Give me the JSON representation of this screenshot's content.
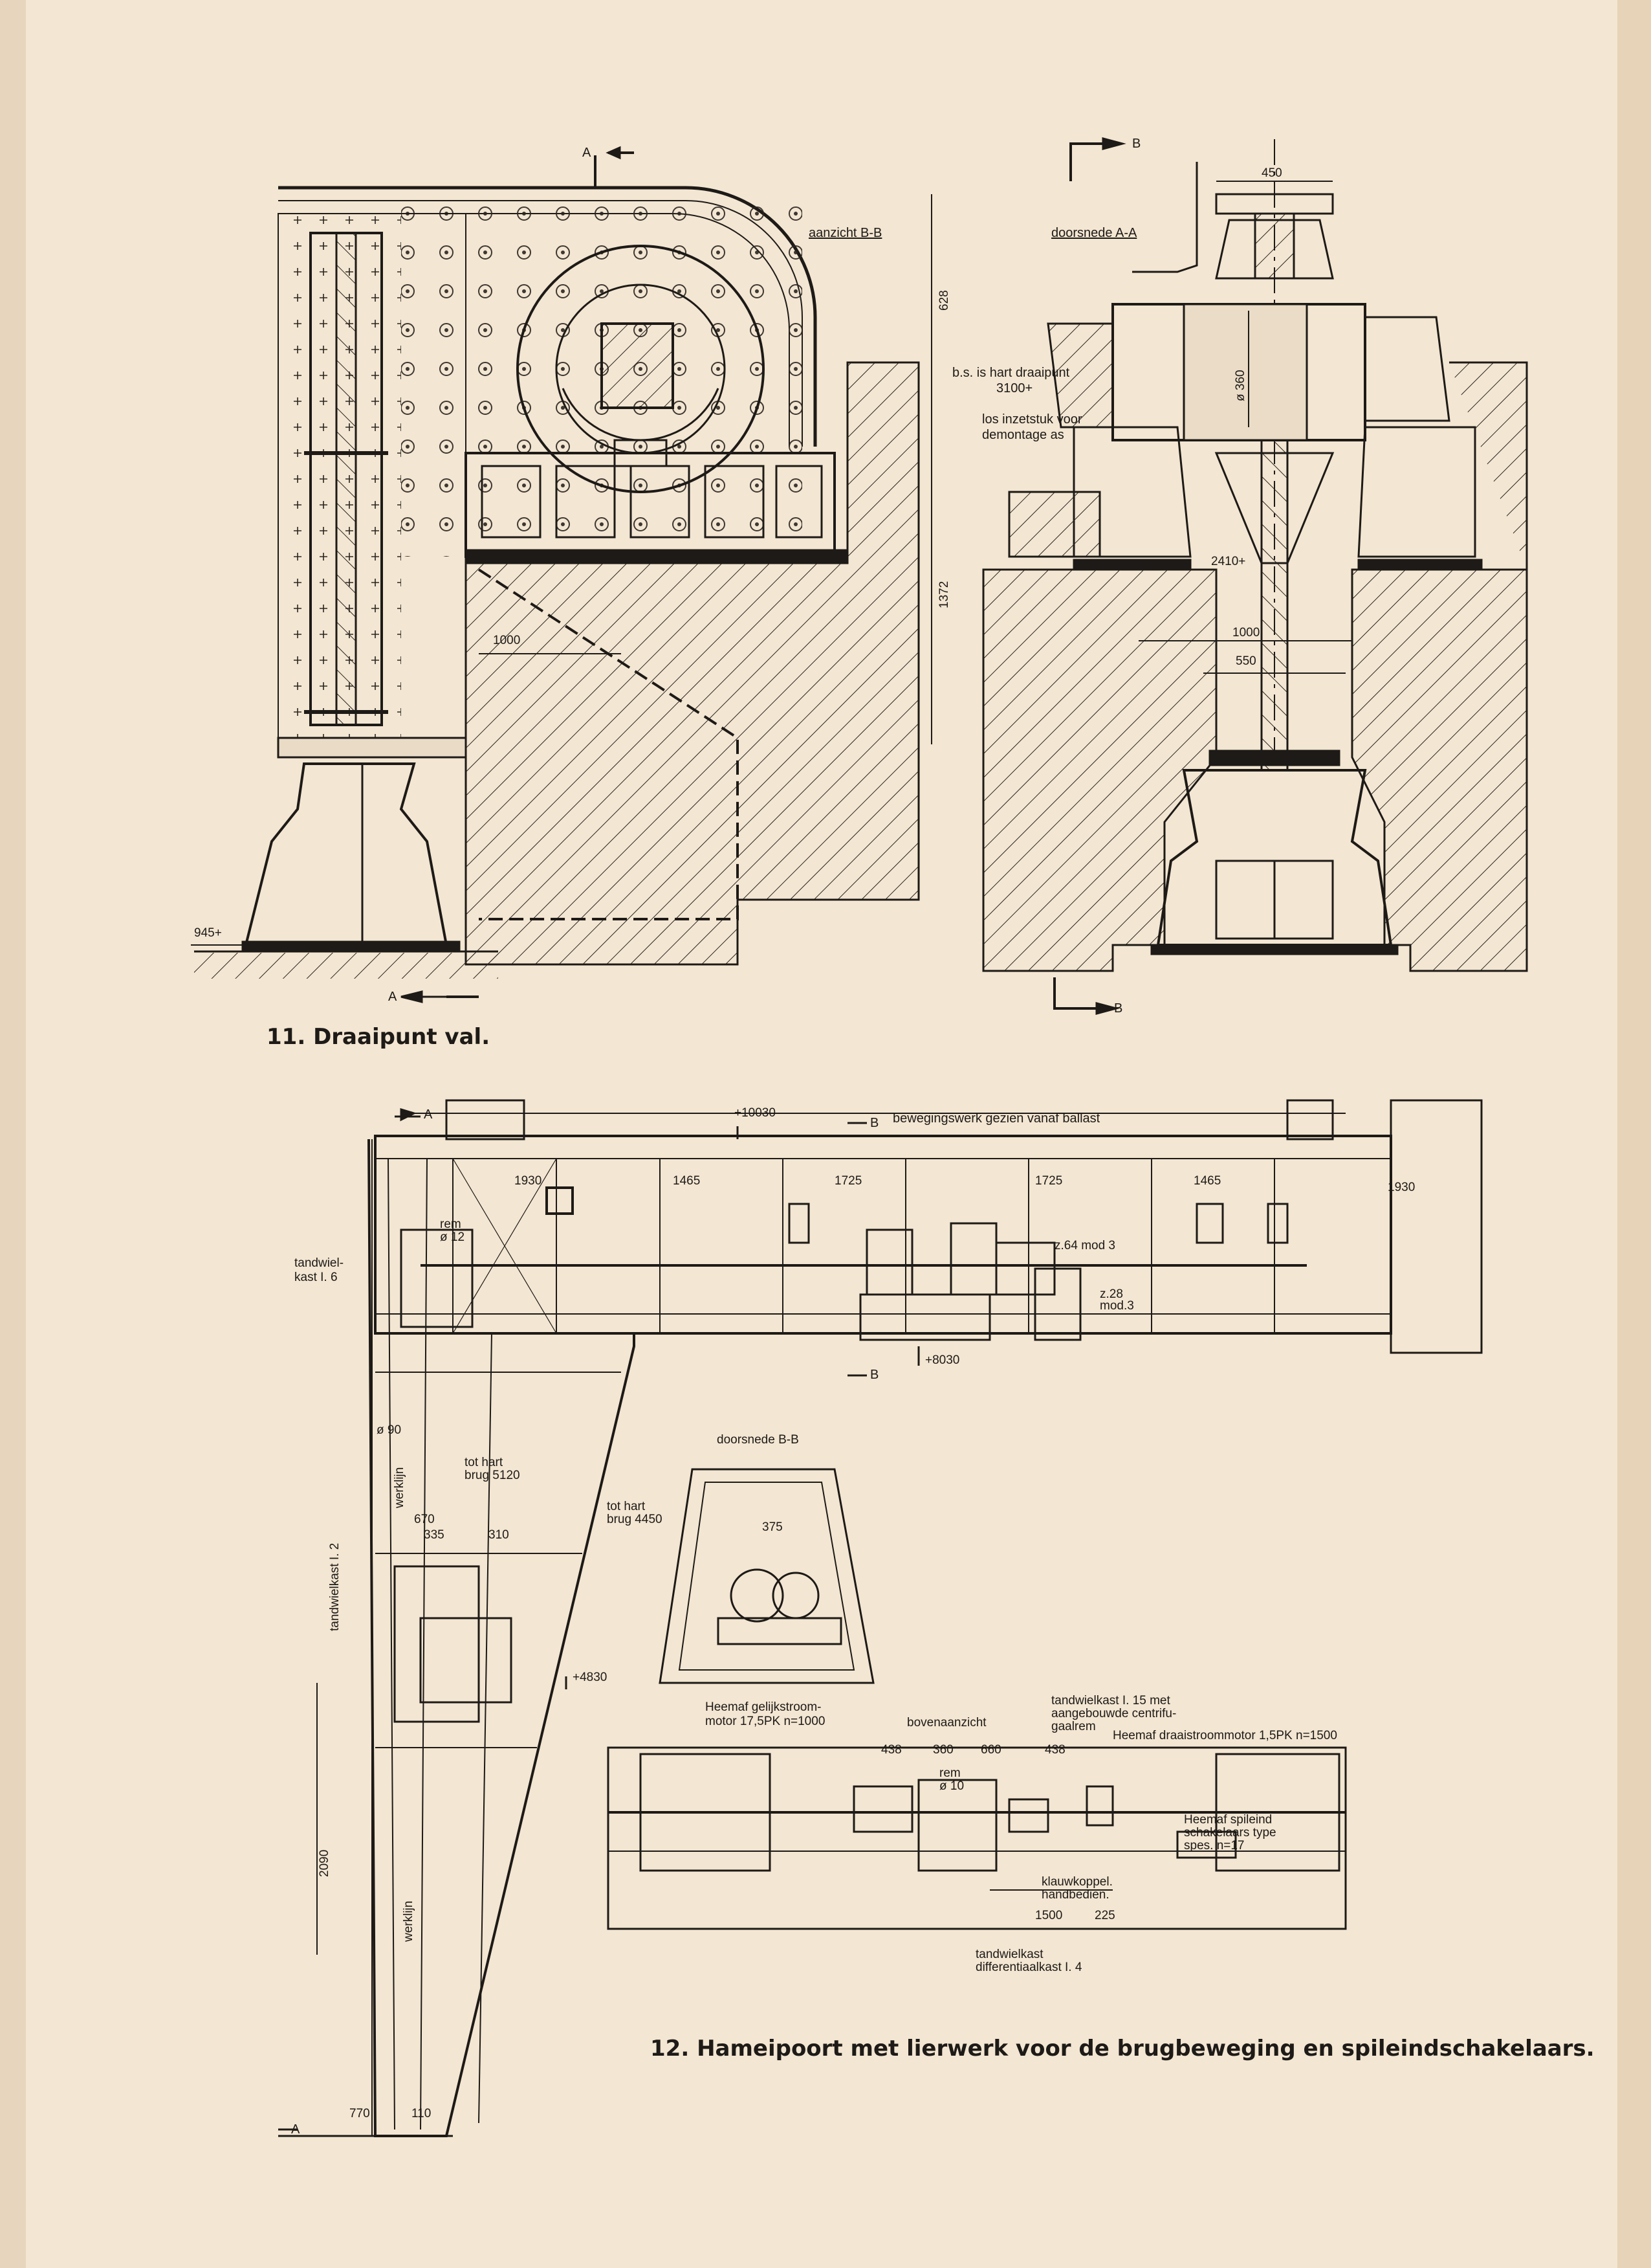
{
  "figure11": {
    "caption": "11. Draaipunt val.",
    "section_top": "A",
    "section_bottom": "A",
    "view_bb_title": "aanzicht B-B",
    "section_aa_title": "doorsnede A-A",
    "marker_b_top": "B",
    "marker_b_bottom": "B",
    "dim_628": "628",
    "dim_1372": "1372",
    "dim_1000_left": "1000",
    "level_945": "945+",
    "level_note_line1": "b.s. is hart draaipunt",
    "level_note_line2": "3100+",
    "los_line1": "los inzetstuk voor",
    "los_line2": "demontage as",
    "dim_450": "450",
    "dim_360": "ø 360",
    "level_2410": "2410+",
    "dim_1000_right": "1000",
    "dim_550": "550"
  },
  "figure12": {
    "caption": "12. Hameipoort met lierwerk voor de brugbeweging en spileindschakelaars.",
    "marker_a_top": "A",
    "marker_a_bottom": "A",
    "marker_b_top": "B",
    "marker_b_bottom": "B",
    "level_10030": "+10030",
    "level_8030": "+8030",
    "level_4830": "+4830",
    "title_movement": "bewegingswerk gezien vanaf ballast",
    "dims_top": [
      "1930",
      "1465",
      "1725",
      "1725",
      "1465",
      "1930"
    ],
    "rem_top_line1": "rem",
    "rem_top_line2": "ø 12",
    "gearbox_16_line1": "tandwiel-",
    "gearbox_16_line2": "kast I. 6",
    "gear_z64": "z.64 mod 3",
    "gear_z28_line1": "z.28",
    "gear_z28_line2": "mod.3",
    "dia_90": "ø 90",
    "werklijn_upper": "werklijn",
    "tot_hart_5120_line1": "tot hart",
    "tot_hart_5120_line2": "brug 5120",
    "tot_hart_4450_line1": "tot hart",
    "tot_hart_4450_line2": "brug 4450",
    "dim_670": "670",
    "dim_335": "335",
    "dim_310": "310",
    "gearbox_12": "tandwielkast I. 2",
    "dim_2090": "2090",
    "werklijn_lower": "werklijn",
    "dim_770": "770",
    "dim_110": "110",
    "section_bb_title": "doorsnede B-B",
    "dim_375": "375",
    "dc_motor_line1": "Heemaf gelijkstroom-",
    "dc_motor_line2": "motor 17,5PK n=1000",
    "top_view": "bovenaanzicht",
    "gearbox_15_line1": "tandwielkast I. 15 met",
    "gearbox_15_line2": "aangebouwde centrifu-",
    "gearbox_15_line3": "gaalrem",
    "ac_motor": "Heemaf draaistroommotor 1,5PK n=1500",
    "dims_plan": [
      "438",
      "360",
      "660",
      "438"
    ],
    "rem_plan_line1": "rem",
    "rem_plan_line2": "ø 10",
    "switch_line1": "Heemaf spileind",
    "switch_line2": "schakelaars type",
    "switch_line3": "spes. n=17",
    "coupling_line1": "klauwkoppel.",
    "coupling_line2": "handbedien.",
    "dim_1500": "1500",
    "dim_225": "225",
    "diff_line1": "tandwielkast",
    "diff_line2": "differentiaalkast I. 4"
  }
}
